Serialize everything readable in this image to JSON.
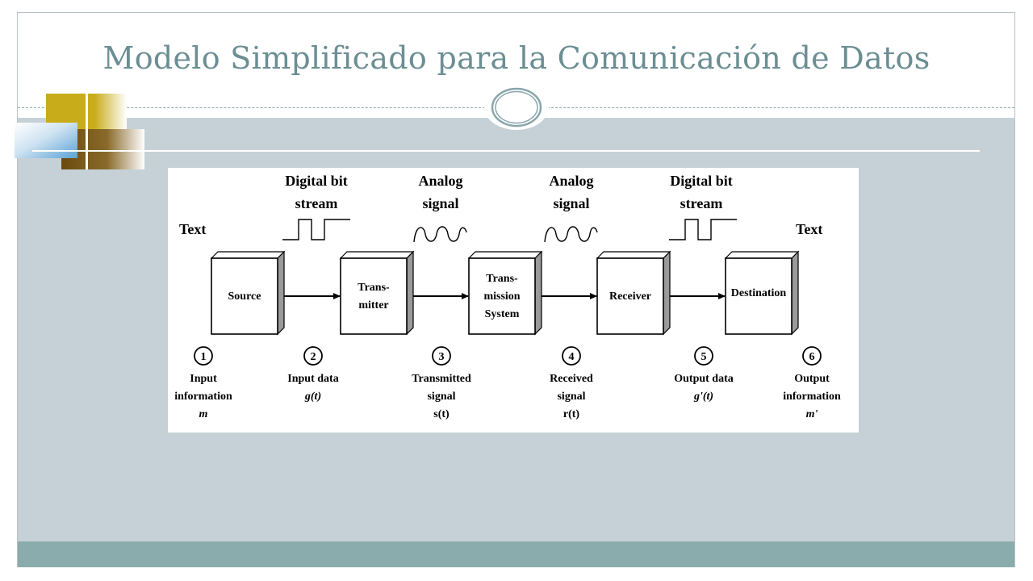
{
  "slide": {
    "title": "Modelo Simplificado para la Comunicación de Datos"
  },
  "diagram": {
    "edge_labels": {
      "left_text": "Text",
      "right_text": "Text"
    },
    "signal_labels": [
      {
        "line1": "Digital bit",
        "line2": "stream"
      },
      {
        "line1": "Analog",
        "line2": "signal"
      },
      {
        "line1": "Analog",
        "line2": "signal"
      },
      {
        "line1": "Digital bit",
        "line2": "stream"
      }
    ],
    "blocks": [
      {
        "lines": [
          "Source"
        ]
      },
      {
        "lines": [
          "Trans-",
          "mitter"
        ]
      },
      {
        "lines": [
          "Trans-",
          "mission",
          "System"
        ]
      },
      {
        "lines": [
          "Receiver"
        ]
      },
      {
        "lines": [
          "Destination"
        ]
      }
    ],
    "stages": [
      {
        "number": "1",
        "line1": "Input",
        "line2": "information",
        "line3": "m"
      },
      {
        "number": "2",
        "line1": "Input data",
        "line2": "g(t)",
        "line3": ""
      },
      {
        "number": "3",
        "line1": "Transmitted",
        "line2": "signal",
        "line3": "s(t)"
      },
      {
        "number": "4",
        "line1": "Received",
        "line2": "signal",
        "line3": "r(t)"
      },
      {
        "number": "5",
        "line1": "Output data",
        "line2": "g'(t)",
        "line3": ""
      },
      {
        "number": "6",
        "line1": "Output",
        "line2": "information",
        "line3": "m'"
      }
    ]
  }
}
